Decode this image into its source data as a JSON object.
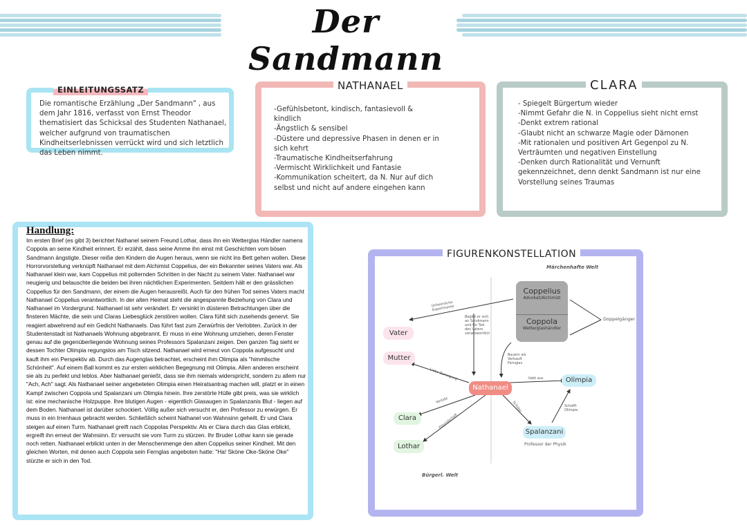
{
  "title": "Der Sandmann",
  "intro": {
    "label": "EINLEITUNGSSATZ",
    "text": "Die romantische Erzählung „Der Sandmann\" , aus dem Jahr 1816, verfasst von Ernst Theodor thematisiert das Schicksal des Studenten Nathanael, welcher aufgrund von traumatischen Kindheitserlebnissen verrückt wird und sich letztlich das Leben nimmt."
  },
  "nathanael": {
    "label": "NATHANAEL",
    "lines": [
      "-Gefühlsbetont, kindisch, fantasievoll & kindlich",
      "-Ängstlich & sensibel",
      "-Düstere und depressive Phasen in denen er in sich kehrt",
      "-Traumatische Kindheitserfahrung",
      "-Vermischt Wirklichkeit und Fantasie",
      "-Kommunikation scheitert, da N. Nur auf dich selbst und nicht auf andere eingehen kann"
    ]
  },
  "clara": {
    "label": "CLARA",
    "lines": [
      "- Spiegelt Bürgertum wieder",
      "-Nimmt Gefahr die N. in Coppelius sieht nicht ernst",
      "-Denkt extrem rational",
      "-Glaubt nicht an schwarze Magie oder Dämonen",
      "-Mit rationalen und positiven Art Gegenpol zu N. Verträumten und negativen Einstellung",
      "-Denken durch Rationalität und Vernunft gekennzeichnet, denn denkt Sandmann ist nur eine Vorstellung seines Traumas"
    ]
  },
  "plot": {
    "label": "Handlung:",
    "text": "Im ersten Brief (es gibt 3) berichtet Nathanel seinem Freund Lothar, dass ihn ein Wetterglas Händler namens Coppola an seine Kindheit erinnert. Er erzählt, dass seine Amme ihn einst mit Geschichten vom bösen Sandmann ängstigte. Dieser reiße den Kindern die Augen heraus, wenn sie nicht ins Bett gehen wollen. Diese Horrorvorstellung verknüpft Nathanael mit dem Alchimist Coppelius, der ein Bekannter seines Vaters war. Als Nathanael klein war, kam Coppelius mit polternden Schritten in der Nacht zu seinem Vater. Nathanael war neugierig und belauschte die beiden bei ihren nächtlichen Experimenten. Seitdem hält er den grässlichen Coppelius für den Sandmann, der einem die Augen herausreißt. Auch für den frühen Tod seines Vaters macht Nathanael Coppelius verantwortlich. In der alten Heimat steht die angespannte Beziehung von Clara und Nathanael im Vordergrund. Nathanael ist sehr verändert. Er versinkt in düsteren Betrachtungen über die finsteren Mächte, die sein und Claras Liebesglück zerstören wollen. Clara fühlt sich zusehends genervt. Sie reagiert abwehrend auf ein Gedicht Nathanaels. Das führt fast zum Zerwürfnis der Verlobten. Zurück in der Studentenstadt ist Nathanaels Wohnung abgebrannt. Er muss in eine Wohnung umziehen, deren Fenster genau auf die gegenüberliegende Wohnung seines Professors Spalanzani zeigen. Den ganzen Tag sieht er dessen Tochter Olimpia regungslos am Tisch sitzend. Nathanael wird erneut von Coppola aufgesucht und kauft ihm ein Perspektiv ab. Durch das Augenglas betrachtet, erscheint ihm Olimpia als \"himmlische Schönheit\". Auf einem Ball kommt es zur ersten wirklichen Begegnung mit Olimpia. Allen anderen erscheint sie als zu perfekt und leblos. Aber Nathanael genießt, dass sie ihm niemals widerspricht, sondern zu allem nur \"Ach, Ach\" sagt. Als Nathanael seiner angebeteten Olimpia einen Heiratsantrag machen will, platzt er in einen Kampf zwischen Coppola und Spalanzani um Olimpia hinein. Ihre zerstörte Hülle gibt preis, was sie wirklich ist: eine mechanische Holzpuppe. Ihre blutigen Augen - eigentlich Glasaugen in Spalanzanis Blut - liegen auf dem Boden. Nathanael ist darüber schockiert. Völlig außer sich versucht er, den Professor zu erwürgen. Er muss in ein Irrenhaus gebracht werden. Schließlich scheint Nathanel von Wahnsinn geheilt. Er und Clara steigen auf einen Turm. Nathanael greift nach Coppolas Perspektiv. Als er Clara durch das Glas erblickt, ergreift ihn erneut der Wahnsinn. Er versucht sie vom Turm zu stürzen. Ihr Bruder Lothar kann sie gerade noch retten. Nathanael erblickt unten in der Menschenmenge den alten Coppelius seiner Kindheit. Mit den gleichen Worten, mit denen auch Coppola sein Fernglas angeboten hatte: \"Ha! Sköne Oke-Sköne Oke\" stürzte er sich in den Tod."
  },
  "figures": {
    "label": "FIGURENKONSTELLATION",
    "world_top": "Märchenhafte Welt",
    "world_bottom": "Bürgerl. Welt",
    "nodes": {
      "coppelius": "Coppelius",
      "coppelius_sub": "Advokat/Alchimist",
      "coppola": "Coppola",
      "coppola_sub": "Wetterglashändler",
      "doppel": "Doppelgänger",
      "vater": "Vater",
      "mutter": "Mutter",
      "nathanael": "Nathanael",
      "olimpia": "Olimpia",
      "clara": "Clara",
      "lothar": "Lothar",
      "spalanzani": "Spalanzani",
      "spalanzani_sub": "Professor der Physik"
    },
    "edge_notes": {
      "experiments": "Unheimliche Experimente",
      "guilt": "Begibt er sich an Sandmann und für Tod des Vaters verantwortlich",
      "buys": "Bauern als Verkauft Fernglas",
      "love_mother": "Liebe Zuneigung",
      "loves": "liebt aus",
      "fiance": "Verlobt",
      "friend": "Freundschaft",
      "student": "Schüler",
      "creates": "Schafft Olimpia"
    }
  }
}
